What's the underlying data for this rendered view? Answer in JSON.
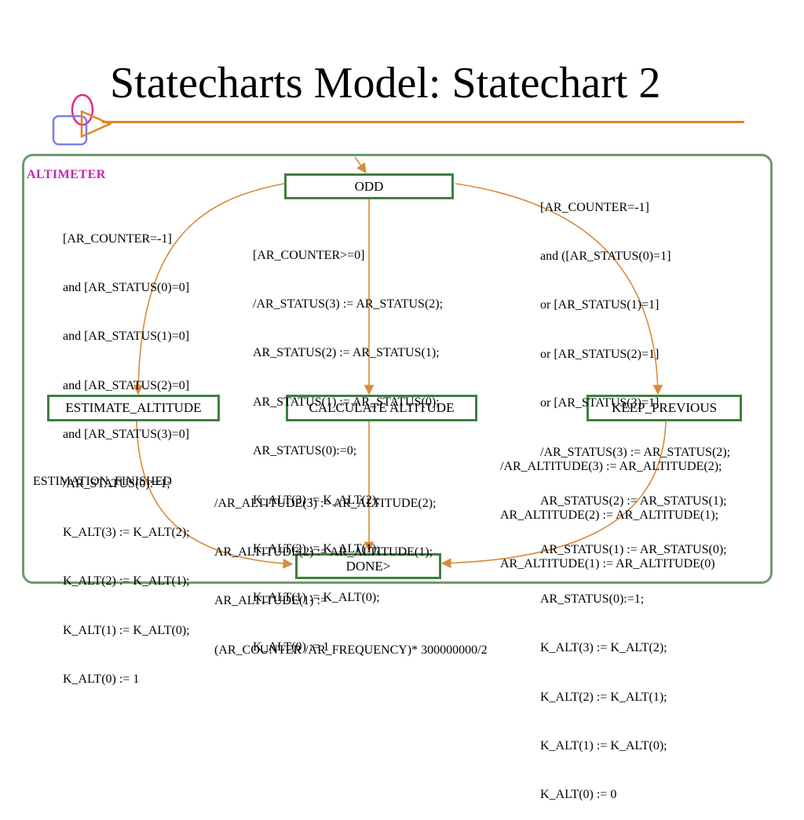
{
  "slide": {
    "title": "Statecharts Model: Statechart 2"
  },
  "diagram": {
    "container_label": "ALTIMETER",
    "states": {
      "odd": "ODD",
      "estimate": "ESTIMATE_ALTITUDE",
      "calculate": "CALCULATE  ALTITUDE",
      "keep": "KEEP_PREVIOUS",
      "done": "DONE>"
    },
    "transitions": {
      "odd_to_estimate": [
        "[AR_COUNTER=-1]",
        "and [AR_STATUS(0)=0]",
        "and [AR_STATUS(1)=0]",
        "and [AR_STATUS(2)=0]",
        "and [AR_STATUS(3)=0]",
        "/AR_STATUS(0):=1;",
        "K_ALT(3) := K_ALT(2);",
        "K_ALT(2) := K_ALT(1);",
        "K_ALT(1) := K_ALT(0);",
        "K_ALT(0) := 1"
      ],
      "odd_to_calculate": [
        "[AR_COUNTER>=0]",
        "/AR_STATUS(3) := AR_STATUS(2);",
        "AR_STATUS(2) := AR_STATUS(1);",
        "AR_STATUS(1) := AR_STATUS(0);",
        "AR_STATUS(0):=0;",
        "K_ALT(3) := K_ALT(2);",
        "K_ALT(2) := K_ALT(1);",
        "K_ALT(1) := K_ALT(0);",
        "K_ALT(0) := 1"
      ],
      "odd_to_keep": [
        "[AR_COUNTER=-1]",
        "and ([AR_STATUS(0)=1]",
        "or [AR_STATUS(1)=1]",
        "or [AR_STATUS(2)=1]",
        "or [AR_STATUS(3)=1]",
        "/AR_STATUS(3) := AR_STATUS(2);",
        "AR_STATUS(2) := AR_STATUS(1);",
        "AR_STATUS(1) := AR_STATUS(0);",
        "AR_STATUS(0):=1;",
        "K_ALT(3) := K_ALT(2);",
        "K_ALT(2) := K_ALT(1);",
        "K_ALT(1) := K_ALT(0);",
        "K_ALT(0) := 0"
      ],
      "estimate_to_done": [
        "ESTIMATION_FINISHED"
      ],
      "calculate_to_done": [
        "/AR_ALTITUDE(3) := AR_ALTITUDE(2);",
        "AR_ALTITUDE(2) := AR_ALTITUDE(1);",
        "AR_ALTITUDE(1) :=",
        "(AR_COUNTER /AR_FREQUENCY)* 300000000/2"
      ],
      "keep_to_done": [
        "/AR_ALTITUDE(3) := AR_ALTITUDE(2);",
        "AR_ALTITUDE(2) := AR_ALTITUDE(1);",
        "AR_ALTITUDE(1) := AR_ALTITUDE(0)"
      ]
    },
    "colors": {
      "arrow": "#d98a3c",
      "state_border": "#3f7f3f",
      "frame_border": "#6f9a6f",
      "label": "#c026b0",
      "title_rule": "#e0852a"
    }
  }
}
